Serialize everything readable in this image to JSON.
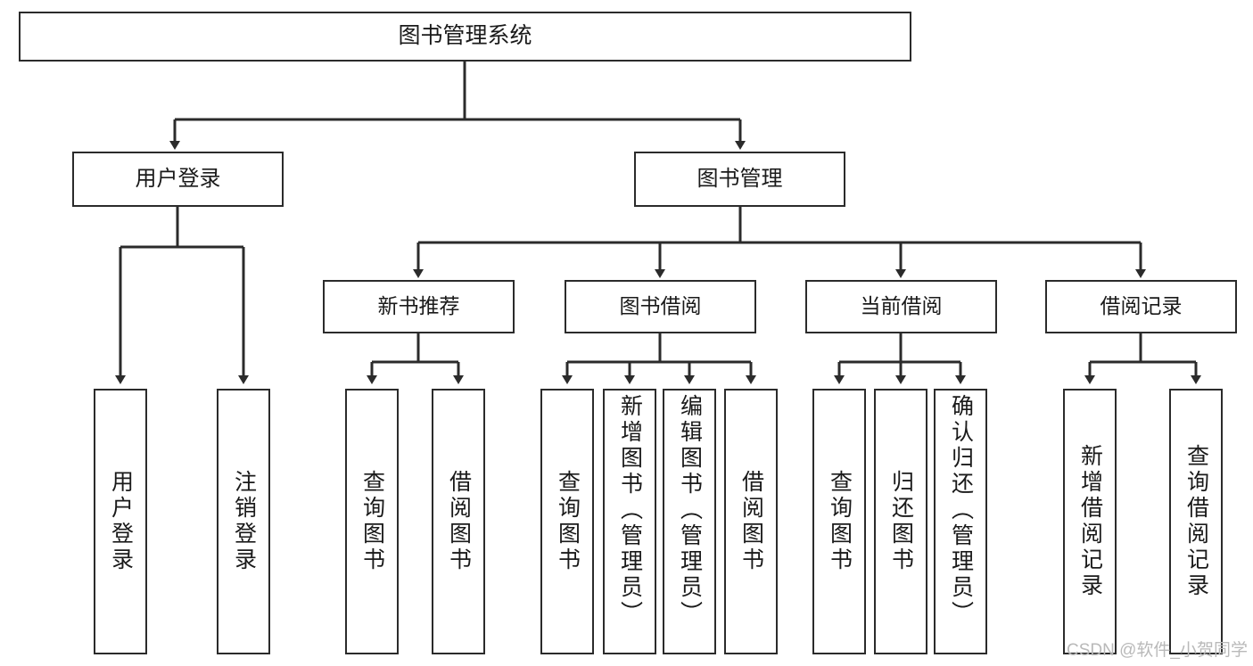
{
  "diagram": {
    "title": "图书管理系统",
    "type": "hierarchy-tree",
    "stroke_color": "#2b2b2b",
    "fill_color": "#ffffff",
    "text_color": "#1a1a1a"
  },
  "watermark": {
    "text": "CSDN @软件_小贺同学",
    "color": "#b9b9b9"
  },
  "nodes": {
    "root": {
      "label": "图书管理系统"
    },
    "level2": [
      {
        "label": "用户登录"
      },
      {
        "label": "图书管理"
      }
    ],
    "level3": [
      {
        "label": "新书推荐"
      },
      {
        "label": "图书借阅"
      },
      {
        "label": "当前借阅"
      },
      {
        "label": "借阅记录"
      }
    ],
    "leaves": {
      "user_login": [
        {
          "label": "用户登录"
        },
        {
          "label": "注销登录"
        }
      ],
      "new_book": [
        {
          "label": "查询图书"
        },
        {
          "label": "借阅图书"
        }
      ],
      "book_borrow": [
        {
          "label": "查询图书"
        },
        {
          "label": "新增图书（管理员）"
        },
        {
          "label": "编辑图书（管理员）"
        },
        {
          "label": "借阅图书"
        }
      ],
      "current_borrow": [
        {
          "label": "查询图书"
        },
        {
          "label": "归还图书"
        },
        {
          "label": "确认归还（管理员）"
        }
      ],
      "borrow_record": [
        {
          "label": "新增借阅记录"
        },
        {
          "label": "查询借阅记录"
        }
      ]
    }
  }
}
